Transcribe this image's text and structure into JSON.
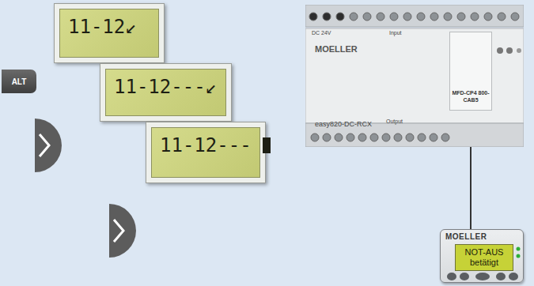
{
  "diagram": {
    "nodes": [
      {
        "text": [
          "11-12↙"
        ]
      },
      {
        "text": [
          "11-12---↙"
        ]
      },
      {
        "text": [
          "11-12---"
        ]
      },
      {
        "text": [
          "ALT"
        ]
      },
      {
        "text": [
          "MOELLER",
          "easy820-DC-RCX"
        ]
      },
      {
        "text": [
          "MFD-CP4 800-CAB5"
        ],
        "in": 4
      },
      {
        "text": [
          "MOELLER"
        ]
      },
      {
        "text": [
          "NOT-AUS betätigt"
        ],
        "in": 6
      }
    ],
    "edges": [
      {
        "from": 5,
        "to": 6,
        "arrow": "none"
      }
    ],
    "labels": [
      "DC 24V",
      "Input",
      "Output"
    ]
  }
}
